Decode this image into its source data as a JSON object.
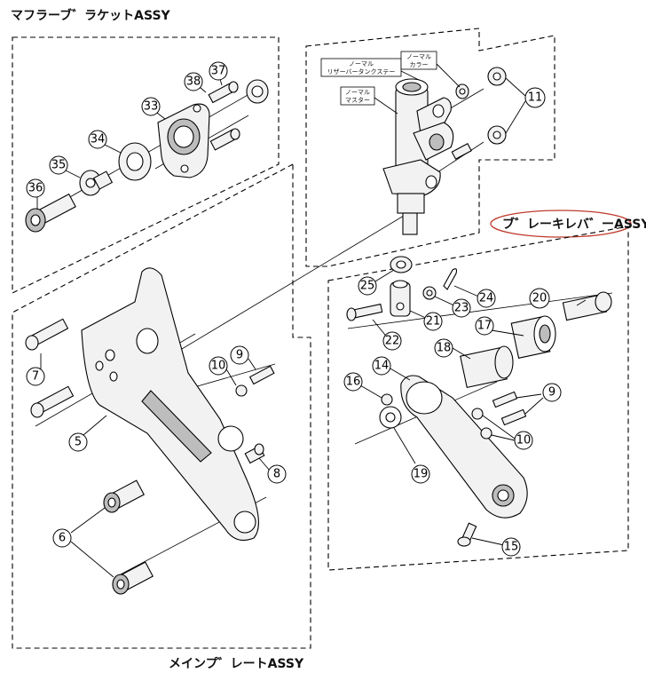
{
  "assemblies": {
    "muffler_bracket": "マフラーブ゛ラケットASSY",
    "main_plate": "メインプ゛レートASSY",
    "brake_lever": "ブ゛レーキレバ゛ーASSY"
  },
  "notes": {
    "reservoir_stay": [
      "ノーマル",
      "リザーバータンクステー"
    ],
    "collar": [
      "ノーマル",
      "カラー"
    ],
    "master": [
      "ノーマル",
      "マスター"
    ]
  },
  "plate_logo": "",
  "callouts": {
    "c5": "5",
    "c6": "6",
    "c7": "7",
    "c8": "8",
    "c9a": "9",
    "c9b": "9",
    "c10a": "10",
    "c10b": "10",
    "c11": "11",
    "c14": "14",
    "c15": "15",
    "c16": "16",
    "c17": "17",
    "c18": "18",
    "c19": "19",
    "c20": "20",
    "c21": "21",
    "c22": "22",
    "c23": "23",
    "c24": "24",
    "c25": "25",
    "c33": "33",
    "c34": "34",
    "c35": "35",
    "c36": "36",
    "c37": "37",
    "c38": "38"
  }
}
